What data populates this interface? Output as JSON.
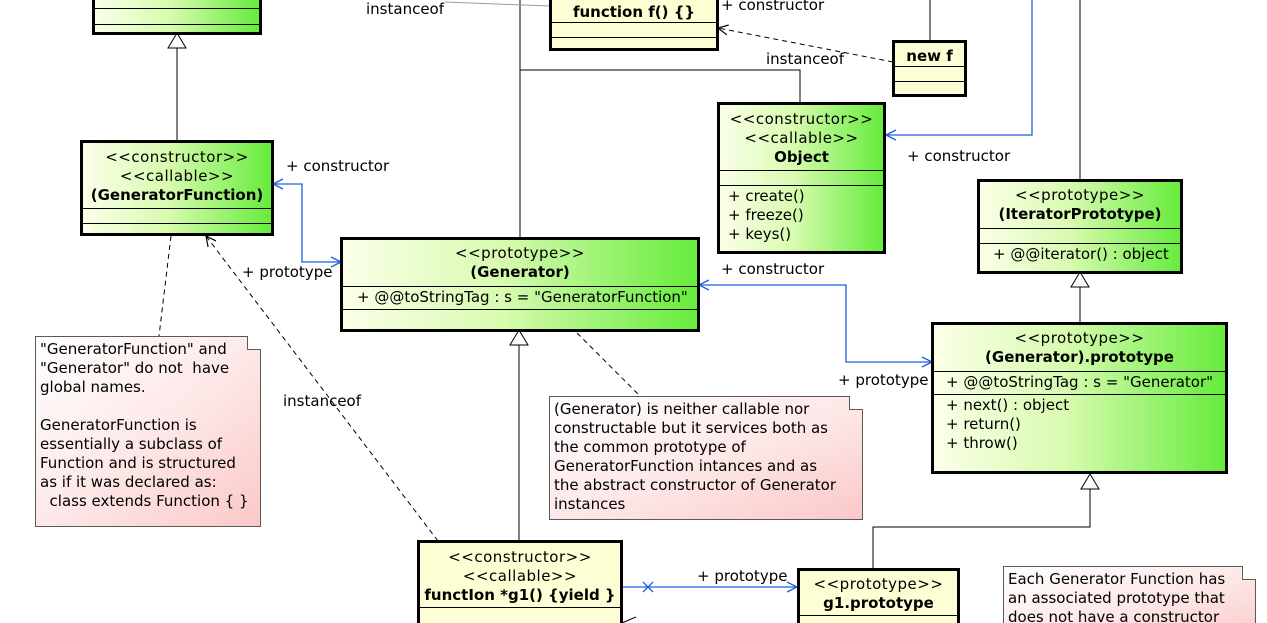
{
  "classes": {
    "top_left_box": {
      "stereotypes": [],
      "name": ""
    },
    "function_f": {
      "stereotypes": [],
      "name": "function f() {}"
    },
    "new_f": {
      "stereotypes": [],
      "name": "new f"
    },
    "generator_function": {
      "stereotypes": [
        "<<constructor>>",
        "<<callable>>"
      ],
      "name": "(GeneratorFunction)"
    },
    "object": {
      "stereotypes": [
        "<<constructor>>",
        "<<callable>>"
      ],
      "name": "Object",
      "operations": [
        "+ create()",
        "+ freeze()",
        "+ keys()"
      ]
    },
    "generator": {
      "stereotypes": [
        "<<prototype>>"
      ],
      "name": "(Generator)",
      "attributes": [
        "+ @@toStringTag : s = \"GeneratorFunction\""
      ]
    },
    "iterator_prototype": {
      "stereotypes": [
        "<<prototype>>"
      ],
      "name": "(IteratorPrototype)",
      "operations": [
        "+ @@iterator() : object"
      ]
    },
    "generator_prototype": {
      "stereotypes": [
        "<<prototype>>"
      ],
      "name": "(Generator).prototype",
      "attributes": [
        "+ @@toStringTag : s = \"Generator\""
      ],
      "operations": [
        "+ next() : object",
        "+ return()",
        "+ throw()"
      ]
    },
    "g1": {
      "stereotypes": [
        "<<constructor>>",
        "<<callable>>"
      ],
      "name": "functIon *g1() {yield }"
    },
    "g1_prototype": {
      "stereotypes": [
        "<<prototype>>"
      ],
      "name": "g1.prototype"
    }
  },
  "notes": {
    "names_note": "\"GeneratorFunction\" and\n\"Generator\" do not  have\nglobal names.\n\nGeneratorFunction is\nessentially a subclass of\nFunction and is structured\nas if it was declared as:\n  class extends Function { }",
    "generator_note": "(Generator) is neither callable nor\nconstructable but it services both as\nthe common prototype of\nGeneratorFunction intances and as\nthe abstract constructor of Generator\ninstances",
    "prototype_note": "Each Generator Function has\nan associated prototype that\ndoes not have a constructor"
  },
  "labels": {
    "instanceof_top": "instanceof",
    "constructor_f": "+ constructor",
    "instanceof_newf": "instanceof",
    "constructor_genfunc": "+ constructor",
    "constructor_object": "+ constructor",
    "prototype_genfunc": "+ prototype",
    "constructor_generator": "+ constructor",
    "prototype_genproto": "+ prototype",
    "instanceof_g1": "instanceof",
    "prototype_g1": "+ prototype"
  }
}
